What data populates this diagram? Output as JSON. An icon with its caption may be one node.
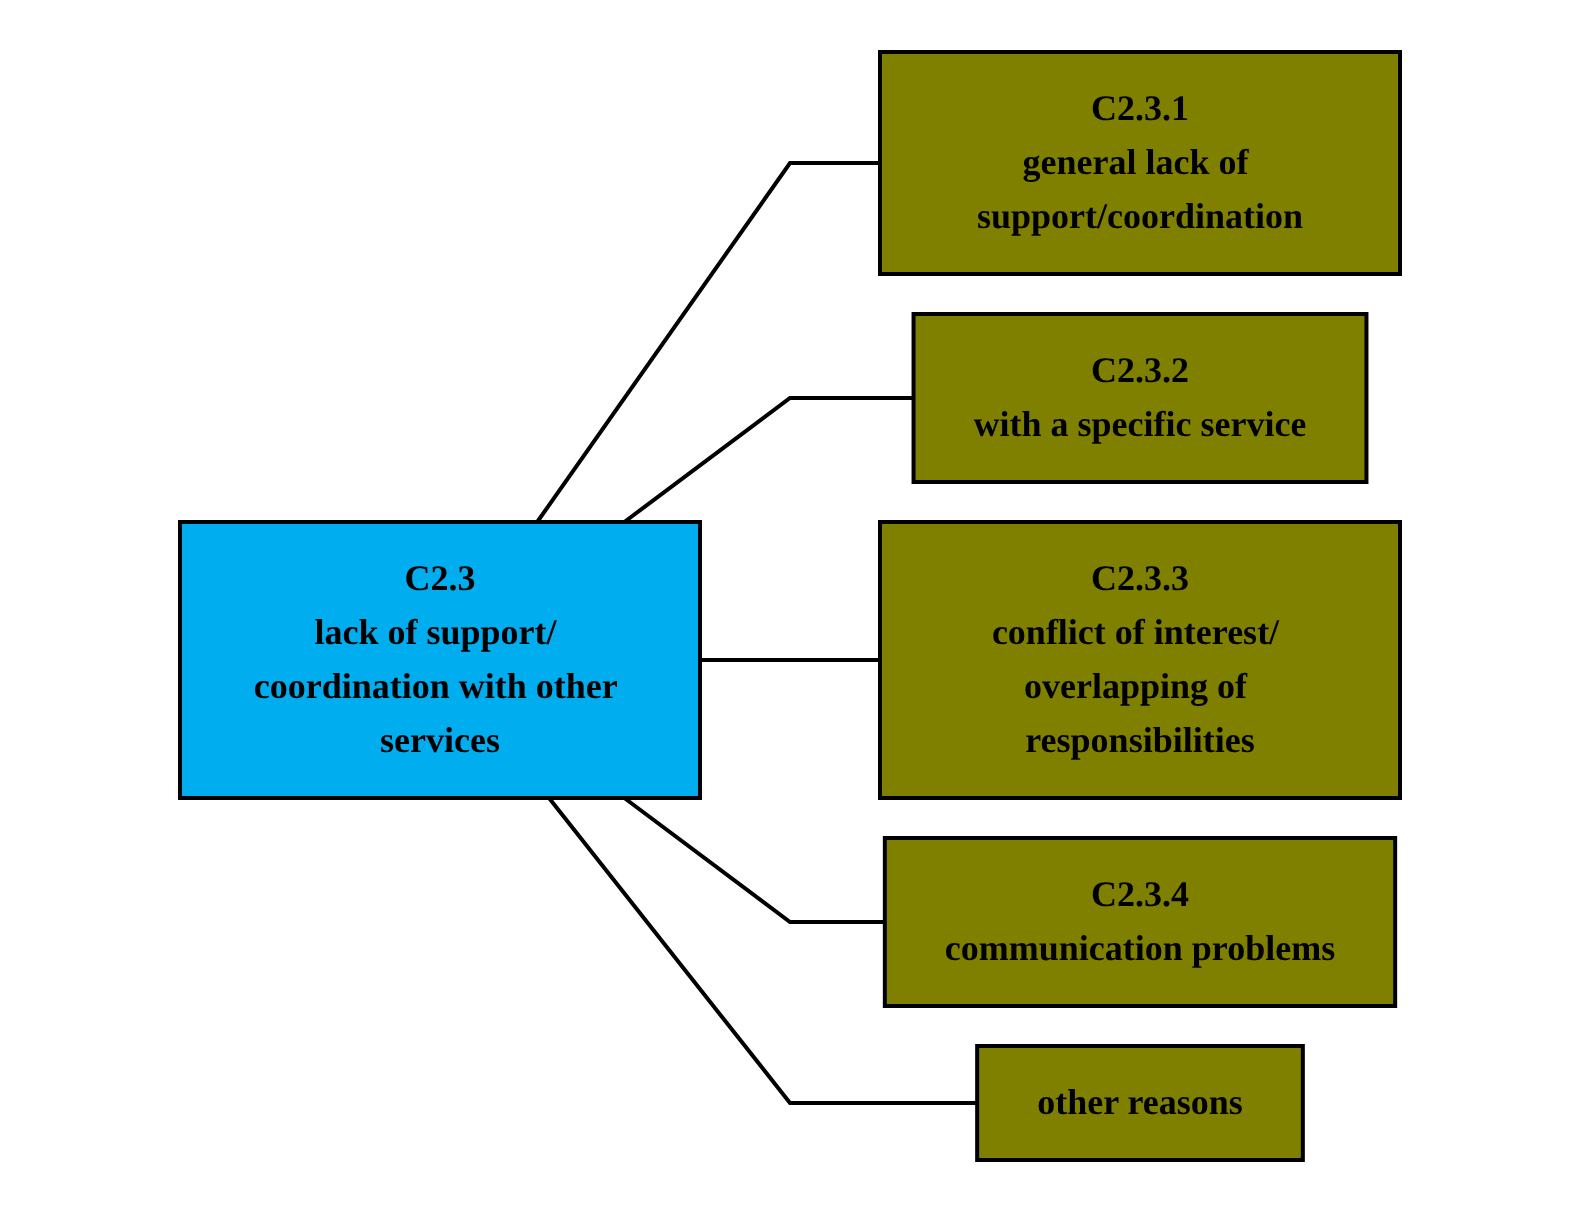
{
  "diagram": {
    "nodes": [
      {
        "text": [
          "C2.3",
          "lack of support/ coordination with other services"
        ]
      },
      {
        "text": [
          "C2.3.1",
          "general lack of support/coordination"
        ]
      },
      {
        "text": [
          "C2.3.2",
          "with a specific service"
        ]
      },
      {
        "text": [
          "C2.3.3",
          "conflict of interest/ overlapping of responsibilities"
        ]
      },
      {
        "text": [
          "C2.3.4",
          "communication problems"
        ]
      },
      {
        "text": [
          "other reasons"
        ]
      }
    ],
    "edges": [
      {
        "from": 0,
        "to": 1,
        "arrow": "none"
      },
      {
        "from": 0,
        "to": 2,
        "arrow": "none"
      },
      {
        "from": 0,
        "to": 3,
        "arrow": "none"
      },
      {
        "from": 0,
        "to": 4,
        "arrow": "none"
      },
      {
        "from": 0,
        "to": 5,
        "arrow": "none"
      }
    ]
  }
}
